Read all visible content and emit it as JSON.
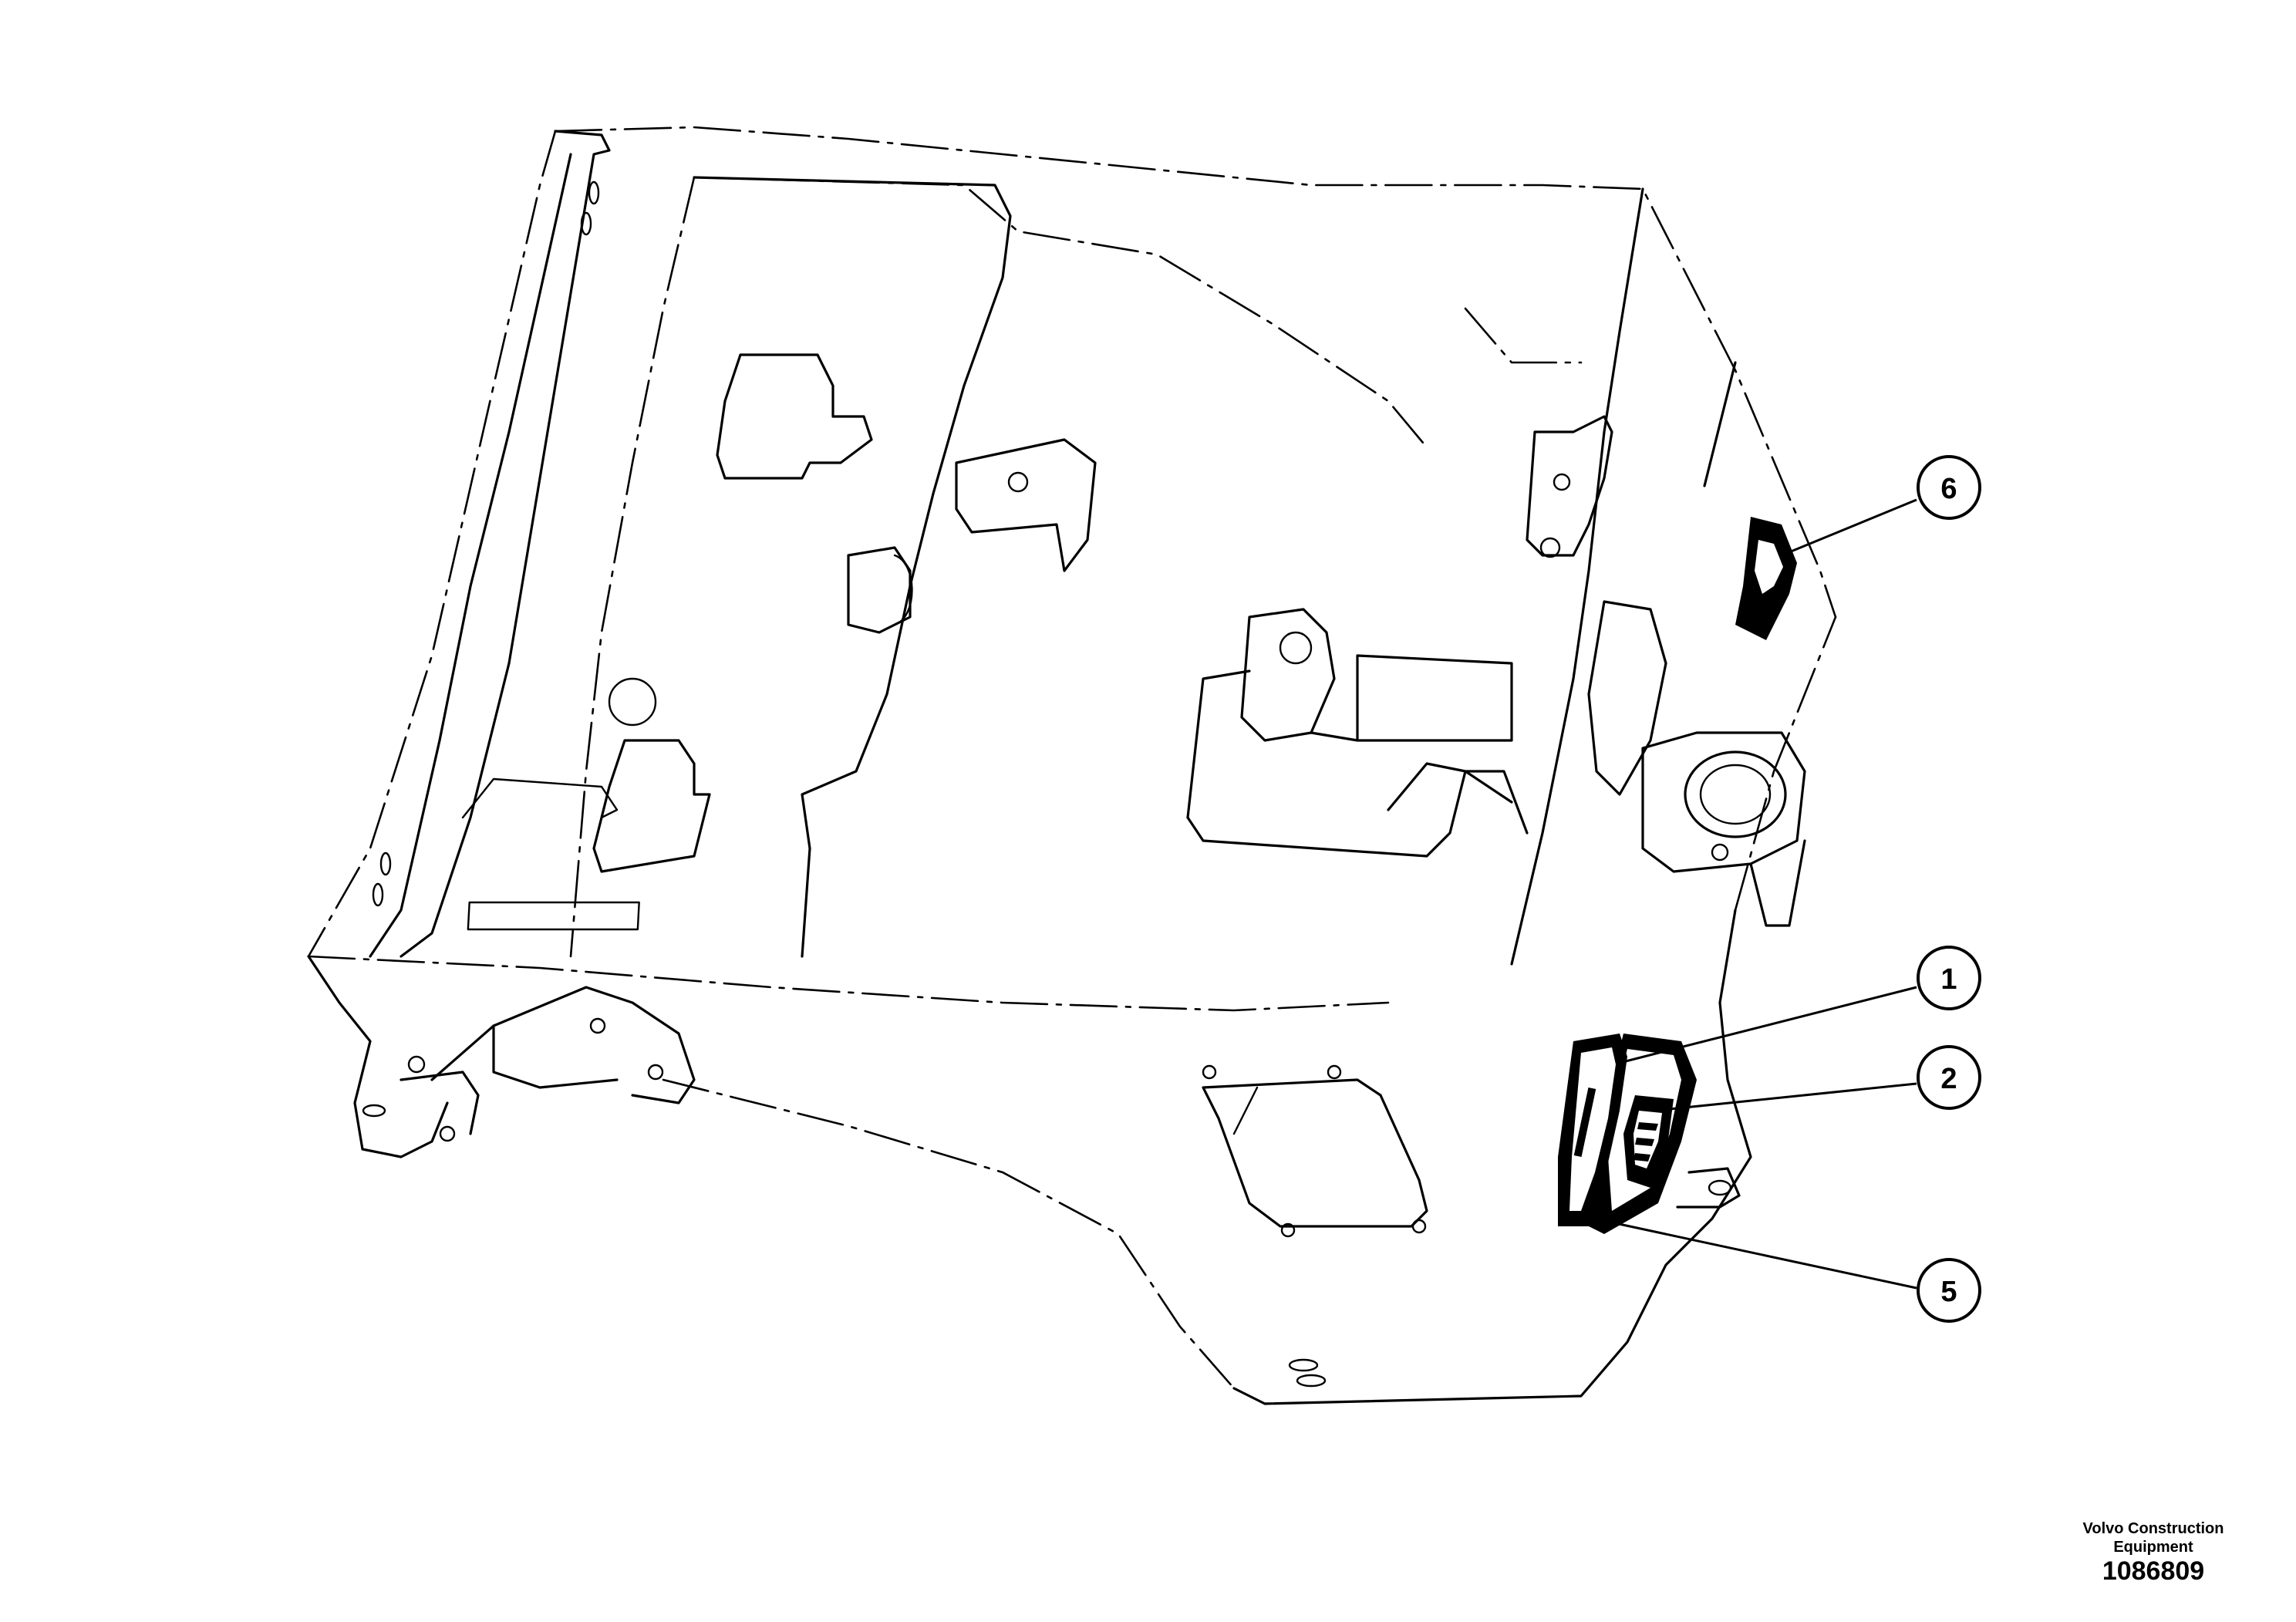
{
  "callouts": [
    {
      "label": "6",
      "target": "decal-upper-right"
    },
    {
      "label": "1",
      "target": "decal-plate-front"
    },
    {
      "label": "2",
      "target": "decal-plate-middle"
    },
    {
      "label": "5",
      "target": "decal-plate-back"
    }
  ],
  "footer": {
    "manufacturer": "Volvo Construction Equipment",
    "drawing_number": "1086809"
  }
}
